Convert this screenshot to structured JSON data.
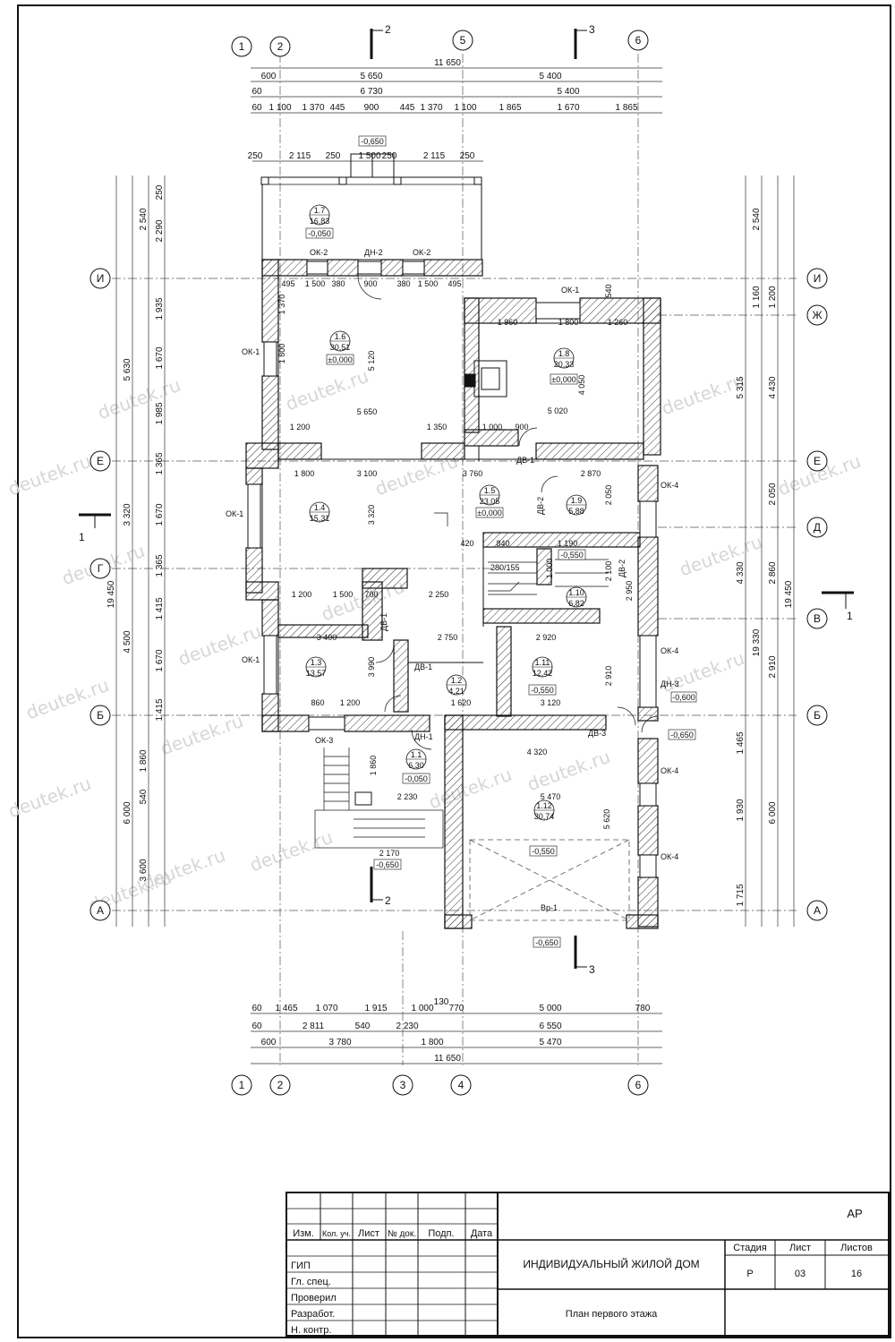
{
  "watermark": "deutek.ru",
  "axes_top": [
    "1",
    "2",
    "5",
    "6"
  ],
  "axes_bottom": [
    "1",
    "2",
    "3",
    "4",
    "6"
  ],
  "axes_left": [
    "И",
    "Е",
    "Г",
    "Б",
    "А"
  ],
  "axes_right": [
    "И",
    "Ж",
    "Е",
    "Д",
    "В",
    "Б",
    "А"
  ],
  "sections": {
    "s1": "1",
    "s2": "2",
    "s3": "3"
  },
  "dims_top": {
    "row1": [
      "11 650"
    ],
    "row2": [
      "600",
      "5 650",
      "5 400"
    ],
    "row3": [
      "60",
      "6 730",
      "5 400"
    ],
    "row4": [
      "60",
      "1 100",
      "1 370",
      "445",
      "900",
      "445",
      "1 370",
      "1 100",
      "1 865",
      "1 670",
      "1 865"
    ],
    "porch": [
      "250",
      "2 115",
      "250",
      "1 500",
      "250",
      "2 115",
      "250"
    ]
  },
  "dims_bottom": {
    "row1": [
      "60",
      "1 465",
      "1 070",
      "1 915",
      "1 000",
      "130",
      "770",
      "5 000",
      "780"
    ],
    "row2": [
      "60",
      "2 811",
      "540",
      "2 230",
      "6 550"
    ],
    "row3": [
      "600",
      "3 780",
      "1 800",
      "5 470"
    ],
    "row4": [
      "11 650"
    ]
  },
  "dims_left": {
    "total": "19 450",
    "major": [
      "5 630",
      "3 320",
      "4 500",
      "6 000"
    ],
    "minor": [
      "1 935",
      "1 670",
      "1 985",
      "1 365",
      "1 670",
      "1 365",
      "1 415",
      "1 670",
      "1 415",
      "1 860",
      "540",
      "3 600"
    ],
    "porch": [
      "2 540",
      "250",
      "2 290"
    ]
  },
  "dims_right": {
    "total": "19 450",
    "mid": [
      "5 315",
      "4 330",
      "1 465",
      "6 000"
    ],
    "minor": [
      "1 160",
      "1 200",
      "4 430",
      "2 050",
      "2 860",
      "2 910",
      "1 930",
      "1 715"
    ],
    "porch": [
      "2 540"
    ],
    "total2": "19 330"
  },
  "rooms": [
    {
      "num": "1.7",
      "area": "16,83",
      "level": "-0,050"
    },
    {
      "num": "1.6",
      "area": "30,51",
      "level": "±0,000"
    },
    {
      "num": "1.8",
      "area": "20,33",
      "level": "±0,000"
    },
    {
      "num": "1.4",
      "area": "15,31"
    },
    {
      "num": "1.5",
      "area": "23,05",
      "level": "±0,000"
    },
    {
      "num": "1.9",
      "area": "5,88"
    },
    {
      "num": "1.10",
      "area": "6,82"
    },
    {
      "num": "1.3",
      "area": "13,57"
    },
    {
      "num": "1.2",
      "area": "4,21"
    },
    {
      "num": "1.11",
      "area": "12,42",
      "level": "-0,550"
    },
    {
      "num": "1.1",
      "area": "6,30",
      "level": "-0,050"
    },
    {
      "num": "1.12",
      "area": "30,74"
    }
  ],
  "levels": {
    "porch_top": "-0,650",
    "ground_left": "-0,650",
    "ground_garage": "-0,650",
    "garage_floor": "-0,550",
    "stair_hall": "-0,550",
    "dn3": "-0,600",
    "right_outside": "-0,650"
  },
  "openings": {
    "ok1": "ОК-1",
    "ok2": "ОК-2",
    "ok3": "ОК-3",
    "ok4": "ОК-4",
    "dn1": "ДН-1",
    "dn2": "ДН-2",
    "dn3": "ДН-3",
    "dv1": "ДВ-1",
    "dv2": "ДВ-2",
    "dv3": "ДВ-3",
    "vr1": "Вр-1",
    "stair": "280/155"
  },
  "inner_dims": {
    "r16_w": "5 650",
    "r16_d": "5 120",
    "r16_t1": "1 500",
    "r16_t2": "380",
    "r16_t3": "900",
    "r16_t4": "495",
    "r16_l": "1 370",
    "r16_l2": "1 800",
    "r18_w": "5 020",
    "r18_d": "4 050",
    "r18_t1": "1 960",
    "r18_t2": "1 800",
    "r18_t3": "1 260",
    "r18_s": "540",
    "r14_w": "3 100",
    "r14_d": "3 320",
    "r14_t1": "1 800",
    "r14_t2": "1 200",
    "r14_b1": "1 500",
    "r14_b2": "700",
    "r15_w": "3 760",
    "r15_t": "1 350",
    "r15_t2": "1 000",
    "r15_t3": "900",
    "r15_b": "2 250",
    "r19_w": "2 870",
    "r19_d": "2 050",
    "r13_w": "3 400",
    "r13_d": "3 990",
    "r13_b1": "860",
    "r13_b2": "1 200",
    "r12_w": "2 750",
    "r12_b": "1 620",
    "r111_w": "2 920",
    "r111_b": "3 120",
    "r111_d": "2 910",
    "r11_w": "2 230",
    "r11_d": "1 860",
    "r11_b": "2 170",
    "r112_w": "5 470",
    "r112_t": "4 320",
    "r112_d": "5 620",
    "misc_a": "840",
    "misc_b": "1 190",
    "misc_c": "420",
    "misc_d": "1 000",
    "misc_e": "2 100",
    "misc_f": "2 950"
  },
  "title_block": {
    "code": "АР",
    "headers": [
      "Изм.",
      "Кол. уч.",
      "Лист",
      "№ док.",
      "Подп.",
      "Дата"
    ],
    "roles": [
      "ГИП",
      "Гл. спец.",
      "Проверил",
      "Разработ.",
      "Н. контр."
    ],
    "project": "ИНДИВИДУАЛЬНЫЙ ЖИЛОЙ ДОМ",
    "sheet_title": "План первого этажа",
    "stage_label": "Стадия",
    "sheet_label": "Лист",
    "sheets_label": "Листов",
    "stage": "Р",
    "sheet": "03",
    "sheets": "16"
  }
}
